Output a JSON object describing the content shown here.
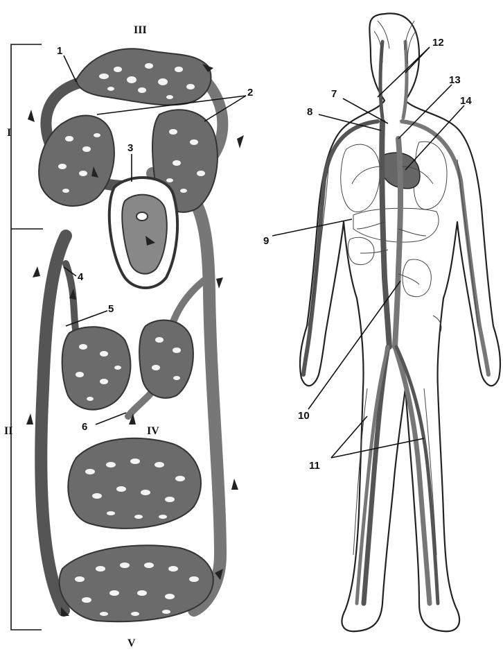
{
  "left_diagram": {
    "roman_labels": [
      "I",
      "II",
      "III",
      "IV",
      "V"
    ],
    "number_labels": [
      "1",
      "2",
      "3",
      "4",
      "5",
      "6"
    ]
  },
  "right_diagram": {
    "number_labels": [
      "7",
      "8",
      "9",
      "10",
      "11",
      "12",
      "13",
      "14"
    ]
  },
  "colors": {
    "vessel_dark": "#555555",
    "vessel_light": "#777777",
    "capillary": "#6b6b6b",
    "background": "#ffffff"
  }
}
